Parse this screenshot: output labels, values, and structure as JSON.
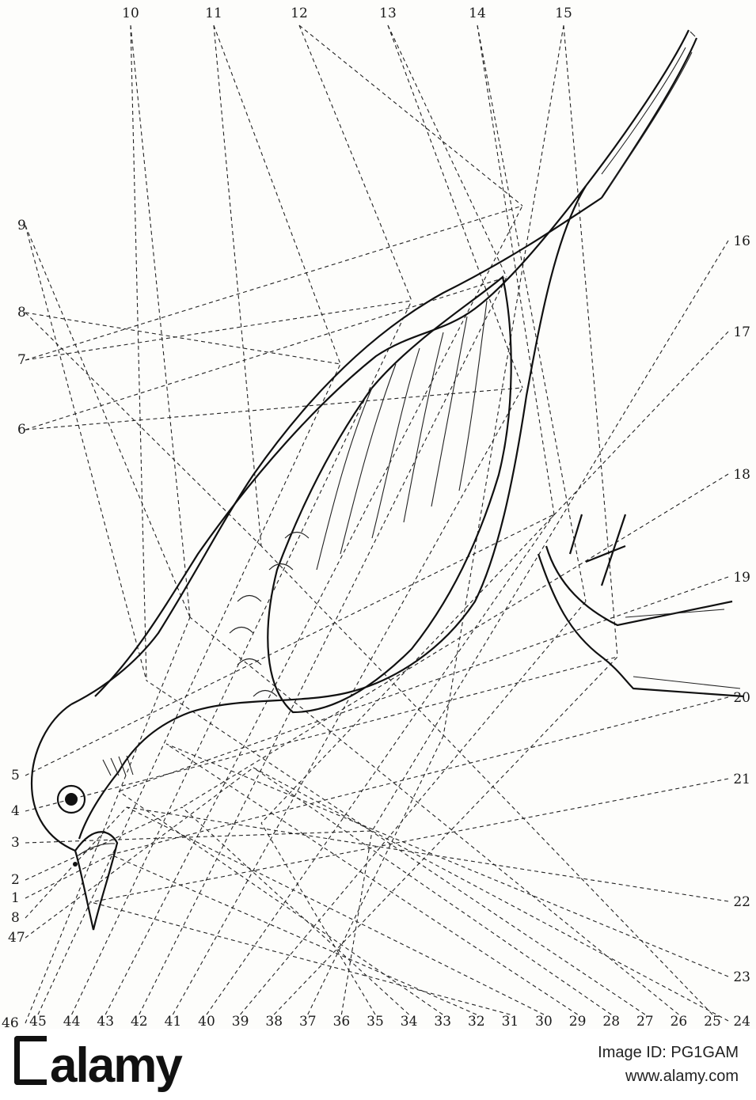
{
  "figure": {
    "top_labels": [
      "10",
      "11",
      "12",
      "13",
      "14",
      "15"
    ],
    "right_labels": [
      "16",
      "17",
      "18",
      "19",
      "20",
      "21",
      "22",
      "23",
      "24"
    ],
    "left_labels": [
      "9",
      "8",
      "7",
      "6",
      "5",
      "4",
      "3",
      "2",
      "1",
      "8",
      "47",
      "46"
    ],
    "bottom_labels": [
      "45",
      "44",
      "43",
      "42",
      "41",
      "40",
      "39",
      "38",
      "37",
      "36",
      "35",
      "34",
      "33",
      "32",
      "31",
      "30",
      "29",
      "28",
      "27",
      "26",
      "25"
    ]
  },
  "footer": {
    "brand": "alamy",
    "image_id_label": "Image ID: PG1GAM",
    "url": "www.alamy.com"
  }
}
